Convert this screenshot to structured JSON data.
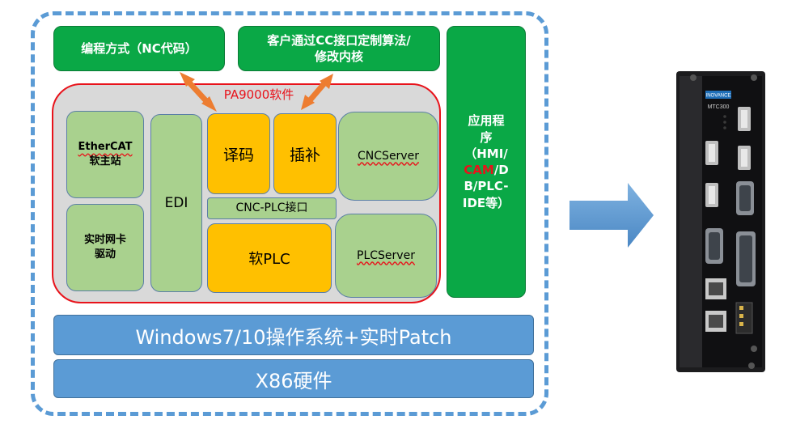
{
  "diagram": {
    "top_boxes": {
      "programming": "编程方式（NC代码）",
      "cc_line1": "客户通过CC接口定制算法/",
      "cc_line2": "修改内核"
    },
    "application": {
      "line1": "应用程",
      "line2": "序",
      "line3": "（HMI/",
      "line4_red": "CAM",
      "line4_rest": "/D",
      "line5": "B/PLC-",
      "line6": "IDE等）"
    },
    "pa9000": {
      "title": "PA9000软件",
      "ethercat_line1": "EtherCAT",
      "ethercat_line2": "软主站",
      "nic_line1": "实时网卡",
      "nic_line2": "驱动",
      "edi": "EDI",
      "decode": "译码",
      "interp": "插补",
      "cnc_plc": "CNC-PLC接口",
      "soft_plc": "软PLC",
      "cnc_server": "CNCServer",
      "plc_server": "PLCServer"
    },
    "os_layer": "Windows7/10操作系统+实时Patch",
    "hardware_layer": "X86硬件",
    "device": {
      "brand": "INOVANCE",
      "model": "MTC300"
    },
    "colors": {
      "green": "#0aa846",
      "light_green": "#a9d18e",
      "orange": "#ffc000",
      "blue": "#5b9bd5",
      "red": "#e8131b",
      "arrow_orange": "#ed7d31"
    }
  }
}
